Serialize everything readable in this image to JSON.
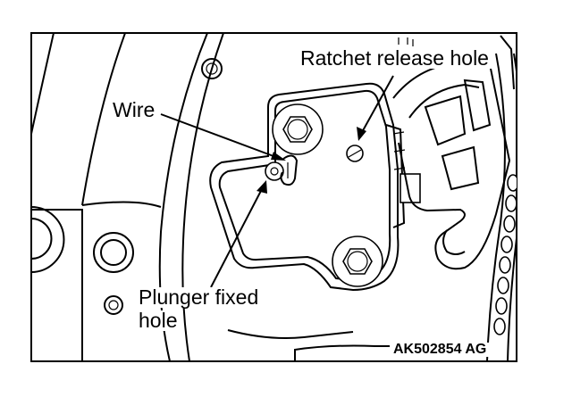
{
  "labels": {
    "ratchet": "Ratchet release hole",
    "wire": "Wire",
    "plunger_line1": "Plunger fixed",
    "plunger_line2": "hole",
    "figure_id": "AK502854 AG"
  }
}
